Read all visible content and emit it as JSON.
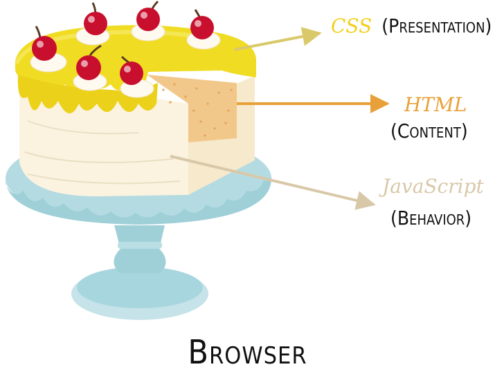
{
  "labels": {
    "css": {
      "title": "CSS",
      "description": "(Presentation)"
    },
    "html": {
      "title": "HTML",
      "description": "(Content)"
    },
    "javascript": {
      "title": "JavaScript",
      "description": "(Behavior)"
    },
    "footer": "Browser"
  },
  "colors": {
    "css_title": "#f2cf1d",
    "html_title": "#e8a13a",
    "javascript_title": "#d9c8a8",
    "description_text": "#111111",
    "icing": "#f1dc24",
    "cake_body": "#fbf3e0",
    "cake_inside": "#f2c78a",
    "stand": "#a8d6de",
    "cherry": "#c8102e"
  },
  "icons": {
    "cake": "layered-cake-illustration",
    "stand": "cake-stand-illustration",
    "arrows": "arrow-right-icon"
  }
}
